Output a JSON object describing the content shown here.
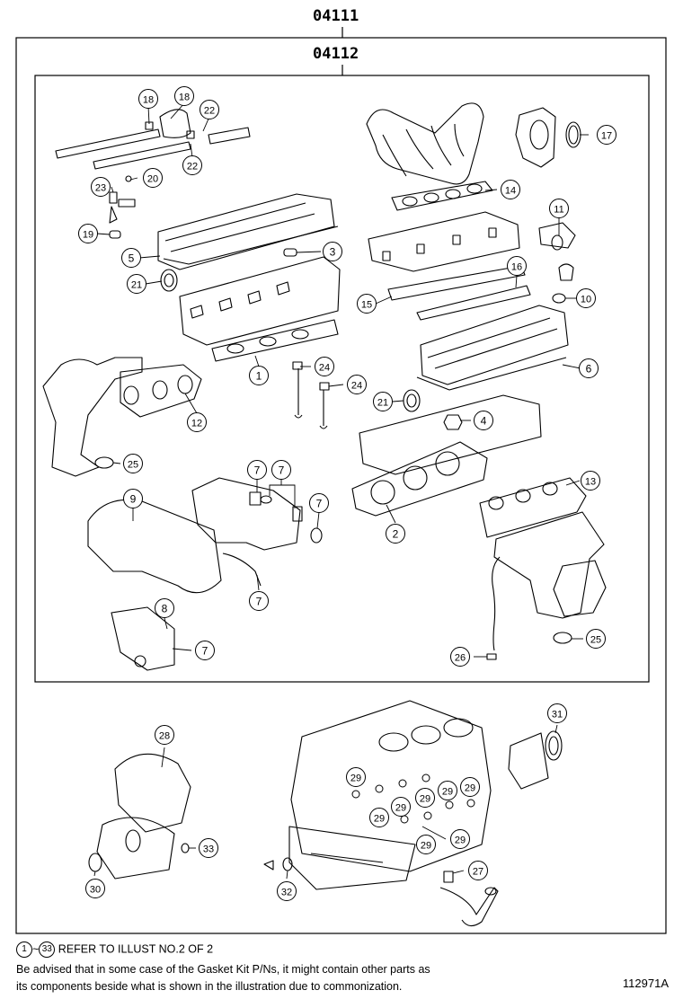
{
  "kit_codes": {
    "outer": "04111",
    "inner": "04112"
  },
  "callouts": {
    "n1": "1",
    "n2": "2",
    "n3": "3",
    "n4": "4",
    "n5": "5",
    "n6": "6",
    "n7": "7",
    "n8": "8",
    "n9": "9",
    "n10": "10",
    "n11": "11",
    "n12": "12",
    "n13": "13",
    "n14": "14",
    "n15": "15",
    "n16": "16",
    "n17": "17",
    "n18": "18",
    "n19": "19",
    "n20": "20",
    "n21": "21",
    "n22": "22",
    "n23": "23",
    "n24": "24",
    "n25": "25",
    "n26": "26",
    "n27": "27",
    "n28": "28",
    "n29": "29",
    "n30": "30",
    "n31": "31",
    "n32": "32",
    "n33": "33"
  },
  "notes": {
    "range_start": "1",
    "range_sep": "~",
    "range_end": "33",
    "refer": "REFER TO ILLUST NO.2 OF 2",
    "advice_line1": "Be advised that in some case of the Gasket Kit P/Ns, it might contain other parts as",
    "advice_line2": "its components beside what is shown in the illustration due to commonization."
  },
  "figure_id": "112971A"
}
